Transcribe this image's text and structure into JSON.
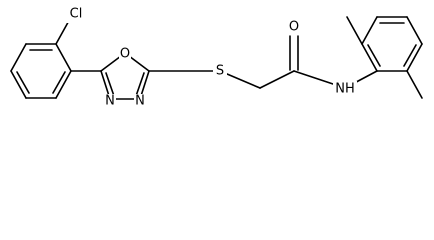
{
  "molecule": {
    "atoms": {
      "cl": "Cl",
      "o_ring": "O",
      "n3": "N",
      "n4": "N",
      "s": "S",
      "o_carbonyl": "O",
      "nh": "NH"
    }
  },
  "colors": {
    "bond": "#000000",
    "label": "#000000",
    "background": "#ffffff"
  }
}
